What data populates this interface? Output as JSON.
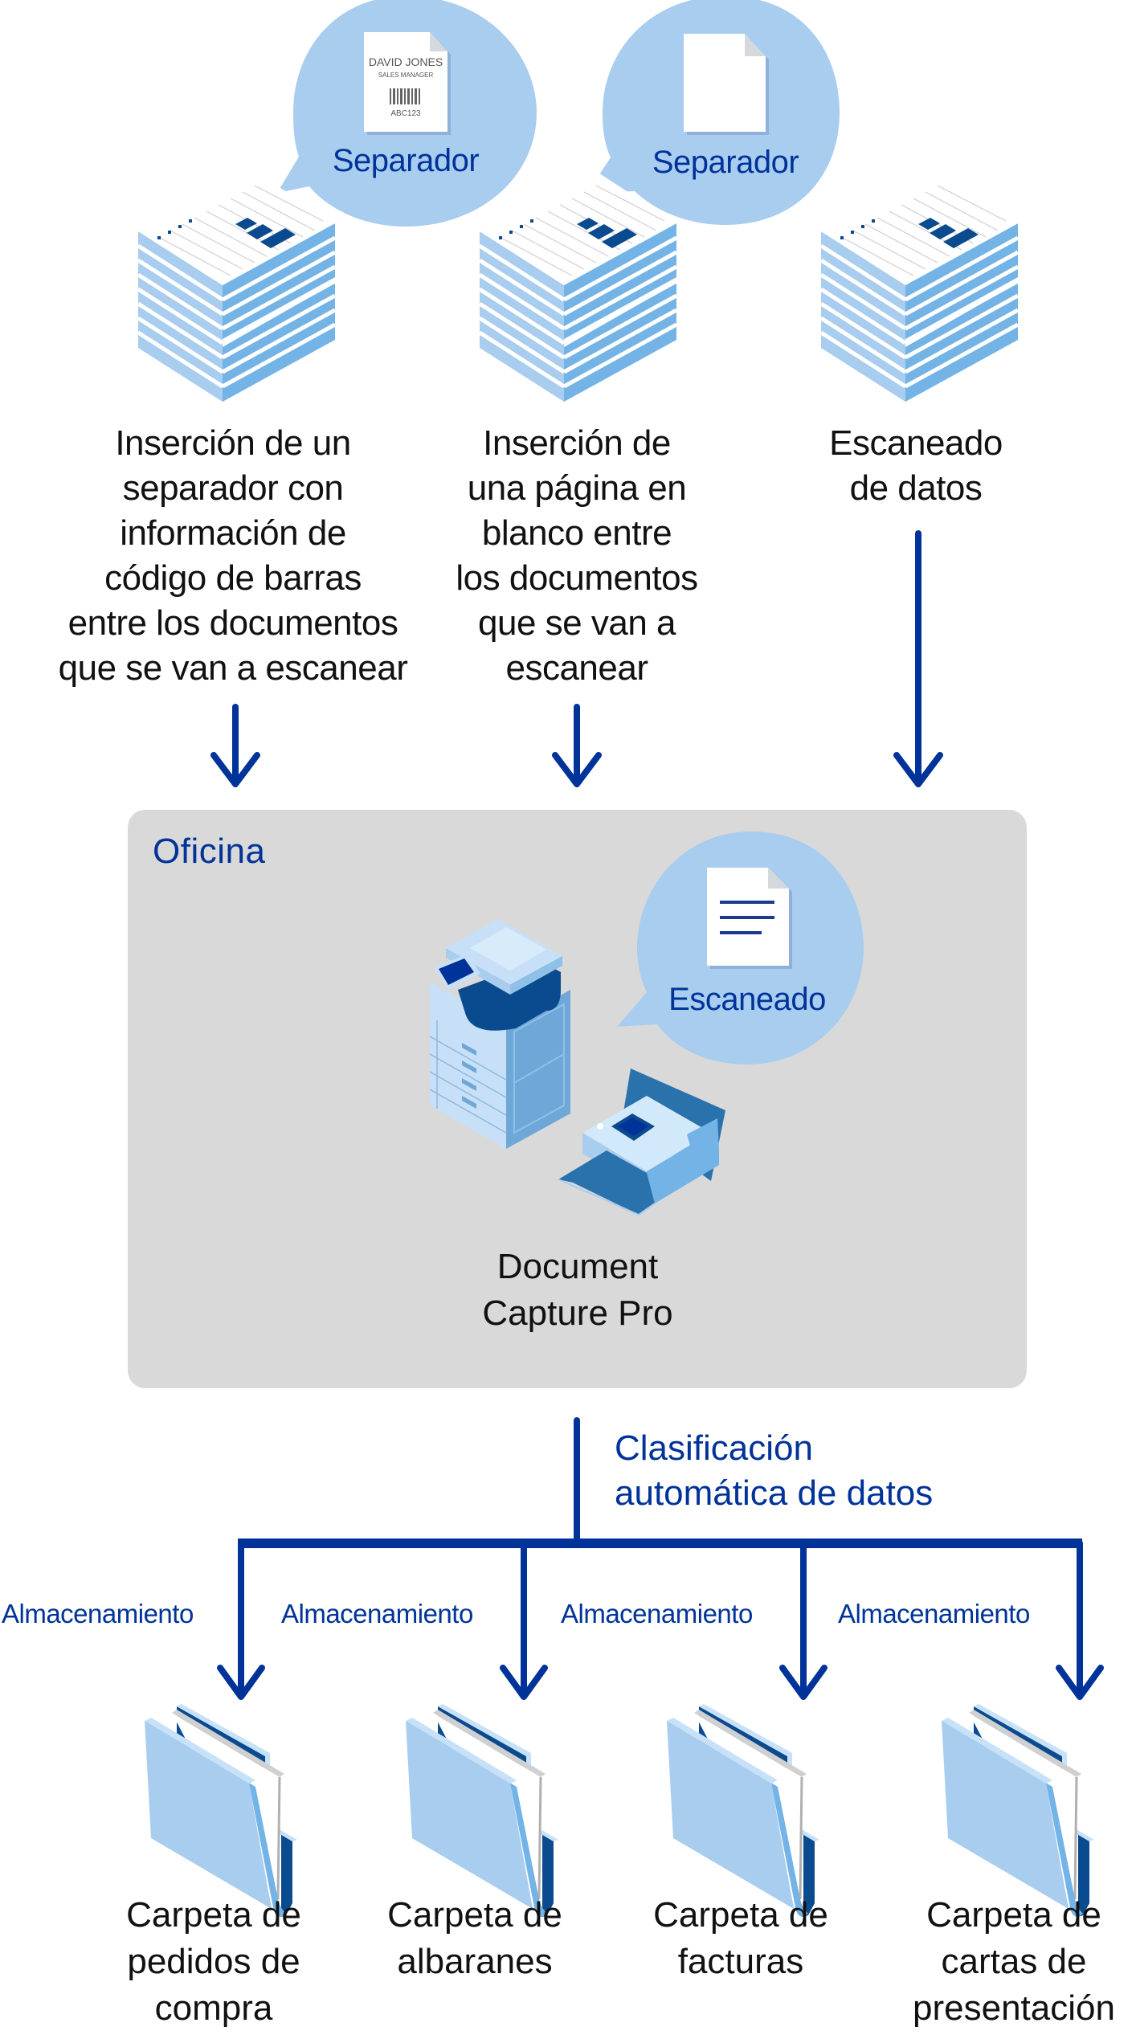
{
  "colors": {
    "primary_blue": "#003399",
    "light_blue": "#a9cdef",
    "mid_blue": "#74b3e6",
    "dark_blue": "#0a4a8f",
    "panel_gray": "#d9d9d9",
    "text_black": "#111111"
  },
  "steps": [
    {
      "bubble_label": "Separador",
      "bubble_icon": "barcode-separator-sheet-icon",
      "card": {
        "name": "DAVID JONES",
        "title": "SALES MANAGER",
        "code": "ABC123"
      },
      "description": "Inserción de un\nseparador con\ninformación de\ncódigo de barras\nentre los documentos\nque se van a escanear"
    },
    {
      "bubble_label": "Separador",
      "bubble_icon": "blank-page-icon",
      "description": "Inserción de\nuna página en\nblanco entre\nlos documentos\nque se van a\nescanear"
    },
    {
      "description": "Escaneado\nde datos"
    }
  ],
  "office": {
    "label": "Oficina",
    "bubble_label": "Escaneado",
    "bubble_icon": "scanned-document-icon",
    "product": "Document\nCapture Pro"
  },
  "classification": {
    "label": "Clasificación\nautomática de datos"
  },
  "destinations": [
    {
      "arrow_label": "Almacenamiento",
      "folder_label": "Carpeta de\npedidos de\ncompra"
    },
    {
      "arrow_label": "Almacenamiento",
      "folder_label": "Carpeta de\nalbaranes"
    },
    {
      "arrow_label": "Almacenamiento",
      "folder_label": "Carpeta de\nfacturas"
    },
    {
      "arrow_label": "Almacenamiento",
      "folder_label": "Carpeta de\ncartas de\npresentación"
    }
  ]
}
